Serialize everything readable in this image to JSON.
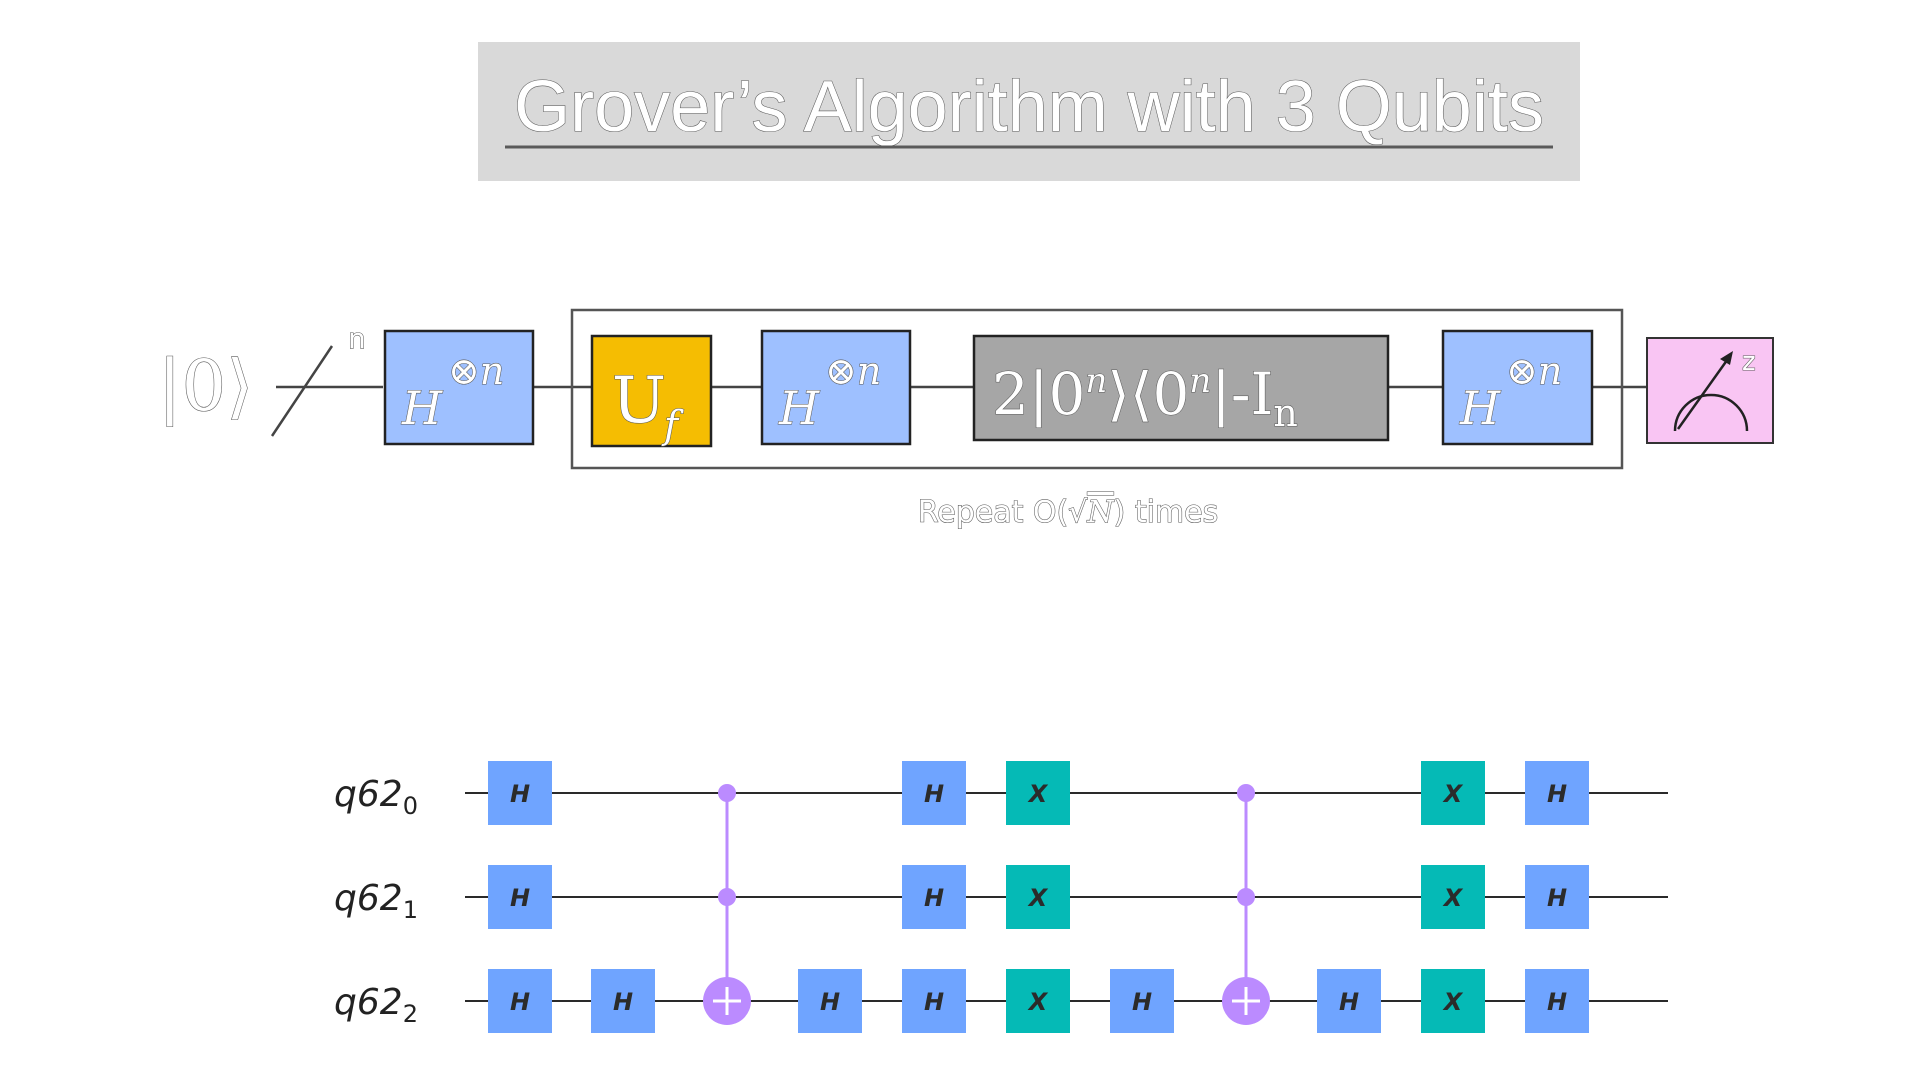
{
  "title": "Grover’s Algorithm with 3 Qubits",
  "schematic": {
    "input_state": "|0⟩",
    "register_size": "n",
    "hadamard_base": "H",
    "hadamard_power": "⊗n",
    "oracle_base": "U",
    "oracle_sub": "f",
    "diffuser_main": "2|0",
    "diffuser_sup1": "n",
    "diffuser_mid": "⟩⟨0",
    "diffuser_sup2": "n",
    "diffuser_tail": "|-I",
    "diffuser_sub": "n",
    "measure_basis": "z",
    "repeat_prefix": "Repeat O(",
    "repeat_sqrt": "√",
    "repeat_var": "N",
    "repeat_suffix": ") times",
    "colors": {
      "hadamard": "#9ec0ff",
      "oracle": "#f5bd02",
      "diffuser": "#a6a6a6",
      "measure": "#f9c5f3",
      "title_bar": "#d9d9d9"
    }
  },
  "circuit": {
    "qubits": [
      {
        "name": "q62",
        "index": "0"
      },
      {
        "name": "q62",
        "index": "1"
      },
      {
        "name": "q62",
        "index": "2"
      }
    ],
    "gate_colors": {
      "H": "#6fa4ff",
      "X": "#05bab6",
      "control": "#bb8bff"
    },
    "columns": [
      {
        "gates": [
          {
            "q": 0,
            "g": "H"
          },
          {
            "q": 1,
            "g": "H"
          },
          {
            "q": 2,
            "g": "H"
          }
        ]
      },
      {
        "gates": [
          {
            "q": 2,
            "g": "H"
          }
        ]
      },
      {
        "controls": [
          0,
          1
        ],
        "target": 2
      },
      {
        "gates": [
          {
            "q": 2,
            "g": "H"
          }
        ]
      },
      {
        "gates": [
          {
            "q": 0,
            "g": "H"
          },
          {
            "q": 1,
            "g": "H"
          },
          {
            "q": 2,
            "g": "H"
          }
        ]
      },
      {
        "gates": [
          {
            "q": 0,
            "g": "X"
          },
          {
            "q": 1,
            "g": "X"
          },
          {
            "q": 2,
            "g": "X"
          }
        ]
      },
      {
        "gates": [
          {
            "q": 2,
            "g": "H"
          }
        ]
      },
      {
        "controls": [
          0,
          1
        ],
        "target": 2
      },
      {
        "gates": [
          {
            "q": 2,
            "g": "H"
          }
        ]
      },
      {
        "gates": [
          {
            "q": 0,
            "g": "X"
          },
          {
            "q": 1,
            "g": "X"
          },
          {
            "q": 2,
            "g": "X"
          }
        ]
      },
      {
        "gates": [
          {
            "q": 0,
            "g": "H"
          },
          {
            "q": 1,
            "g": "H"
          },
          {
            "q": 2,
            "g": "H"
          }
        ]
      }
    ]
  }
}
